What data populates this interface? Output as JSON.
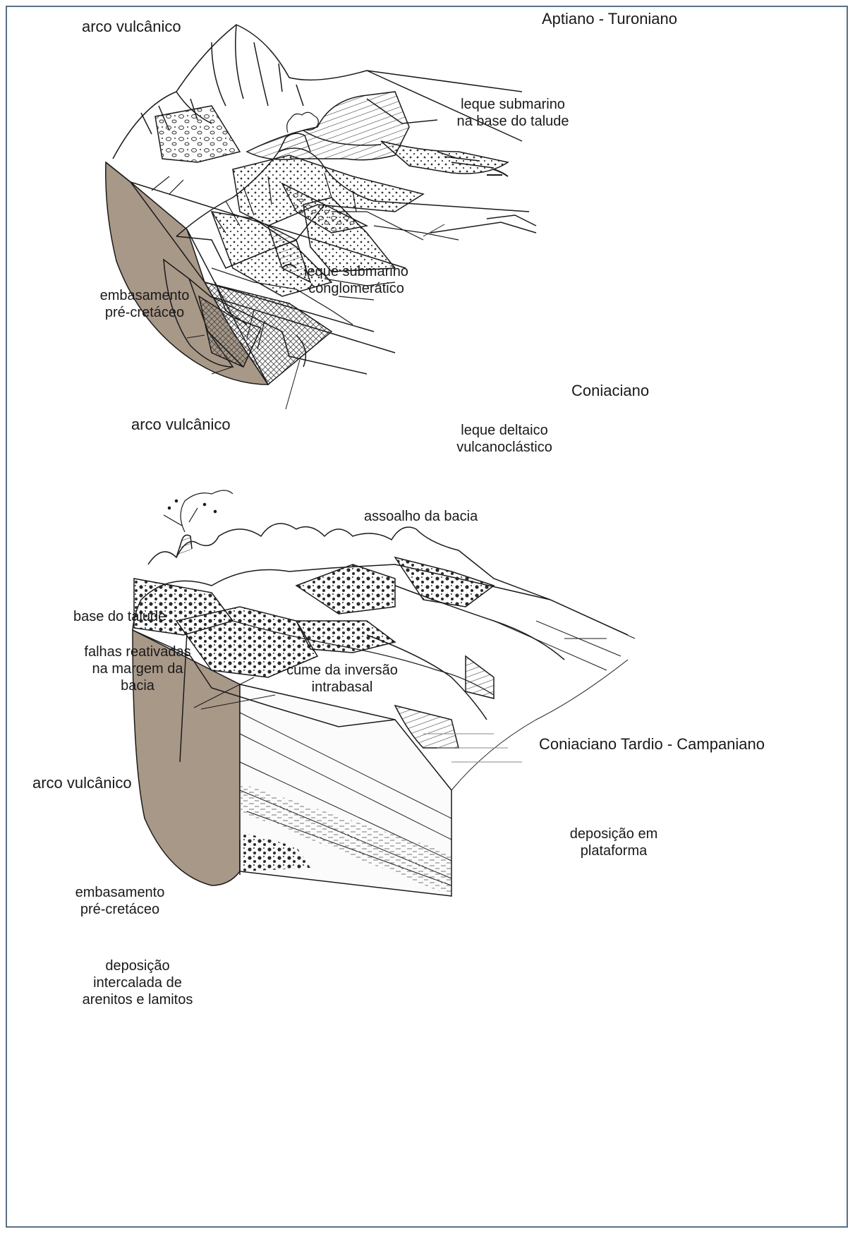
{
  "colors": {
    "frame": "#5a6f85",
    "basement": "#a89888",
    "ink": "#1a1a1a"
  },
  "panels": [
    {
      "title": "Aptiano - Turoniano",
      "labels": {
        "arc": "arco vulcânico",
        "fan_slope_1": "leque submarino",
        "fan_slope_2": "na base do talude",
        "fan_cong_1": "leque submarino",
        "fan_cong_2": "conglomerático",
        "basement_1": "embasamento",
        "basement_2": "pré-cretáceo"
      }
    },
    {
      "title": "Coniaciano",
      "labels": {
        "arc": "arco vulcânico",
        "delta_1": "leque deltaico",
        "delta_2": "vulcanoclástico",
        "floor": "assoalho da bacia",
        "slope_base": "base do talude",
        "faults_1": "falhas reativadas",
        "faults_2": "na margem da",
        "faults_3": "bacia",
        "ridge_1": "cume da inversão",
        "ridge_2": "intrabasal"
      }
    },
    {
      "title": "Coniaciano Tardio - Campaniano",
      "labels": {
        "arc": "arco vulcânico",
        "platform_1": "deposição em",
        "platform_2": "plataforma",
        "basement_1": "embasamento",
        "basement_2": "pré-cretáceo",
        "inter_1": "deposição",
        "inter_2": "intercalada de",
        "inter_3": "arenitos e lamitos"
      }
    }
  ]
}
